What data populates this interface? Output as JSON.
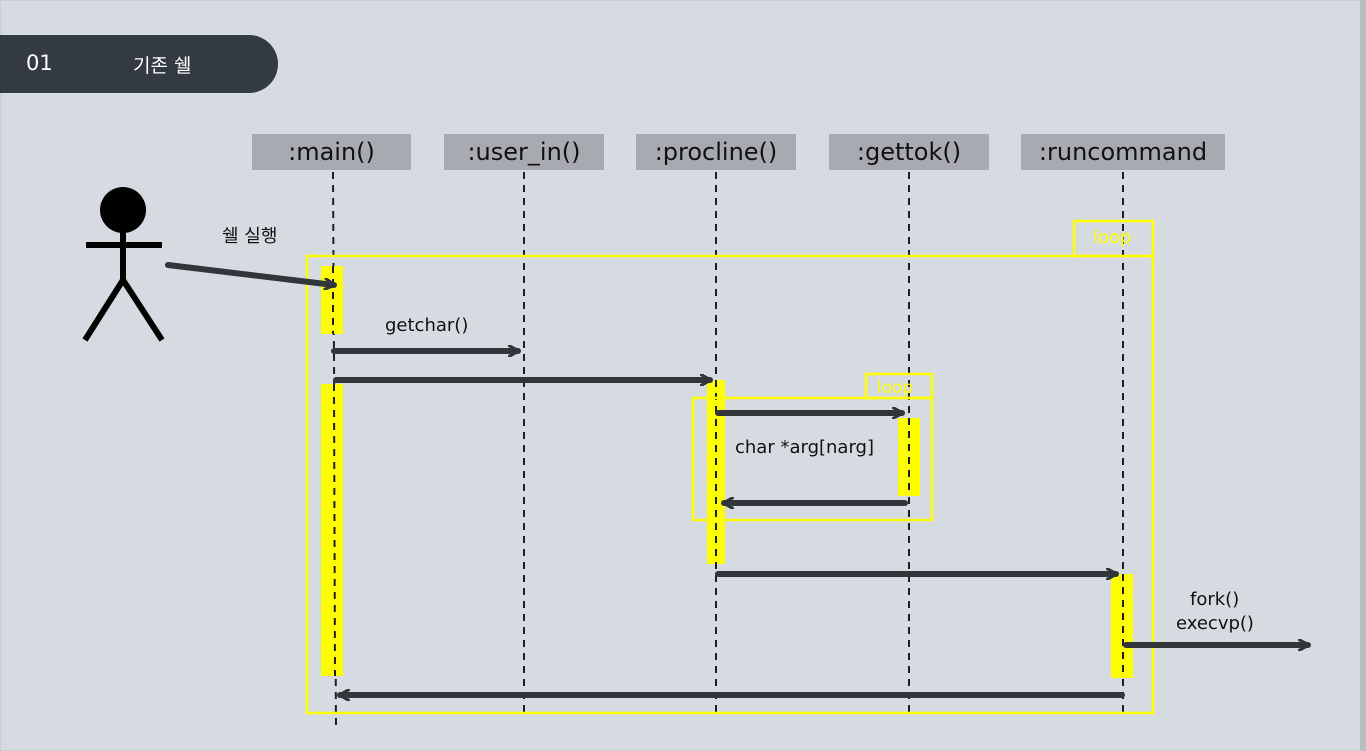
{
  "slide": {
    "number": "01",
    "title": "기존 쉘"
  },
  "lifelines": [
    {
      "name": ":main()"
    },
    {
      "name": ":user_in()"
    },
    {
      "name": ":procline()"
    },
    {
      "name": ":gettok()"
    },
    {
      "name": ":runcommand"
    }
  ],
  "messages": {
    "start_shell": "쉘 실행",
    "getchar": "getchar()",
    "char_arg": "char *arg[narg]",
    "fork": "fork()",
    "execvp": "execvp()"
  },
  "frames": {
    "outer_loop": "loop",
    "inner_loop": "loop"
  },
  "colors": {
    "background": "#d6dbe1",
    "title_tab": "#343a43",
    "lifeline_box": "#a7abb1",
    "highlight": "#ffff00",
    "arrow": "#31363b"
  }
}
